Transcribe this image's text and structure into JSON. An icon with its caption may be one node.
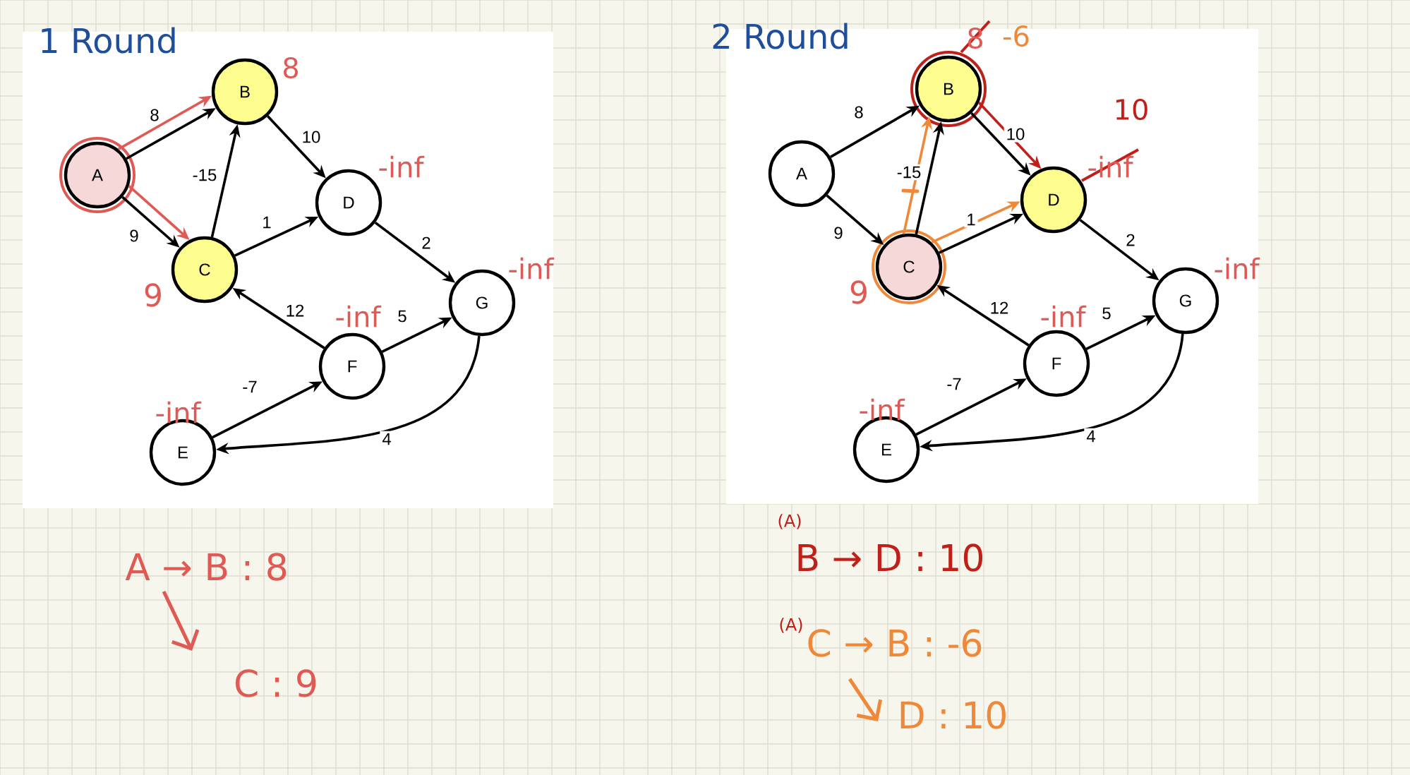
{
  "diagram": {
    "nodes": [
      {
        "text": [
          "A"
        ]
      },
      {
        "text": [
          "B"
        ]
      },
      {
        "text": [
          "C"
        ]
      },
      {
        "text": [
          "D"
        ]
      },
      {
        "text": [
          "E"
        ]
      },
      {
        "text": [
          "F"
        ]
      },
      {
        "text": [
          "G"
        ]
      },
      {
        "text": [
          "A"
        ]
      },
      {
        "text": [
          "B"
        ]
      },
      {
        "text": [
          "C"
        ]
      },
      {
        "text": [
          "D"
        ]
      },
      {
        "text": [
          "E"
        ]
      },
      {
        "text": [
          "F"
        ]
      },
      {
        "text": [
          "G"
        ]
      }
    ],
    "edges": [
      {
        "from": 0,
        "to": 1,
        "arrow": "to",
        "label": "8"
      },
      {
        "from": 0,
        "to": 2,
        "arrow": "to",
        "label": "9"
      },
      {
        "from": 2,
        "to": 1,
        "arrow": "to",
        "label": "-15"
      },
      {
        "from": 1,
        "to": 3,
        "arrow": "to",
        "label": "10"
      },
      {
        "from": 2,
        "to": 3,
        "arrow": "to",
        "label": "1"
      },
      {
        "from": 3,
        "to": 6,
        "arrow": "to",
        "label": "2"
      },
      {
        "from": 5,
        "to": 2,
        "arrow": "to",
        "label": "12"
      },
      {
        "from": 5,
        "to": 6,
        "arrow": "to",
        "label": "5"
      },
      {
        "from": 4,
        "to": 5,
        "arrow": "to",
        "label": "-7"
      },
      {
        "from": 6,
        "to": 4,
        "arrow": "to",
        "label": "4"
      },
      {
        "from": 7,
        "to": 8,
        "arrow": "to",
        "label": "8"
      },
      {
        "from": 7,
        "to": 9,
        "arrow": "to",
        "label": "9"
      },
      {
        "from": 9,
        "to": 8,
        "arrow": "to",
        "label": "-15"
      },
      {
        "from": 8,
        "to": 10,
        "arrow": "to",
        "label": "10"
      },
      {
        "from": 9,
        "to": 10,
        "arrow": "to",
        "label": "1"
      },
      {
        "from": 10,
        "to": 13,
        "arrow": "to",
        "label": "2"
      },
      {
        "from": 12,
        "to": 9,
        "arrow": "to",
        "label": "12"
      },
      {
        "from": 12,
        "to": 13,
        "arrow": "to",
        "label": "5"
      },
      {
        "from": 11,
        "to": 12,
        "arrow": "to",
        "label": "-7"
      },
      {
        "from": 13,
        "to": 11,
        "arrow": "to",
        "label": "4"
      },
      {
        "from": 0,
        "to": 1,
        "arrow": "to",
        "color": "#e05a55"
      },
      {
        "from": 0,
        "to": 2,
        "arrow": "to",
        "color": "#e05a55"
      },
      {
        "from": 9,
        "to": 8,
        "arrow": "to",
        "color": "#f0883a"
      },
      {
        "from": 9,
        "to": 10,
        "arrow": "to",
        "color": "#f0883a"
      },
      {
        "from": 8,
        "to": 10,
        "arrow": "to",
        "color": "#c0201a"
      }
    ],
    "labels": [
      "1 Round",
      "2 Round",
      "8",
      "8",
      "-6",
      "10",
      "-inf",
      "-inf",
      "9",
      "9",
      "-inf",
      "-inf",
      "-inf",
      "-inf",
      "-inf",
      "-inf",
      "A → B : 8",
      "(A)",
      "B → D : 10",
      "C : 9",
      "(A)",
      "C → B : -6",
      "D : 10"
    ]
  }
}
